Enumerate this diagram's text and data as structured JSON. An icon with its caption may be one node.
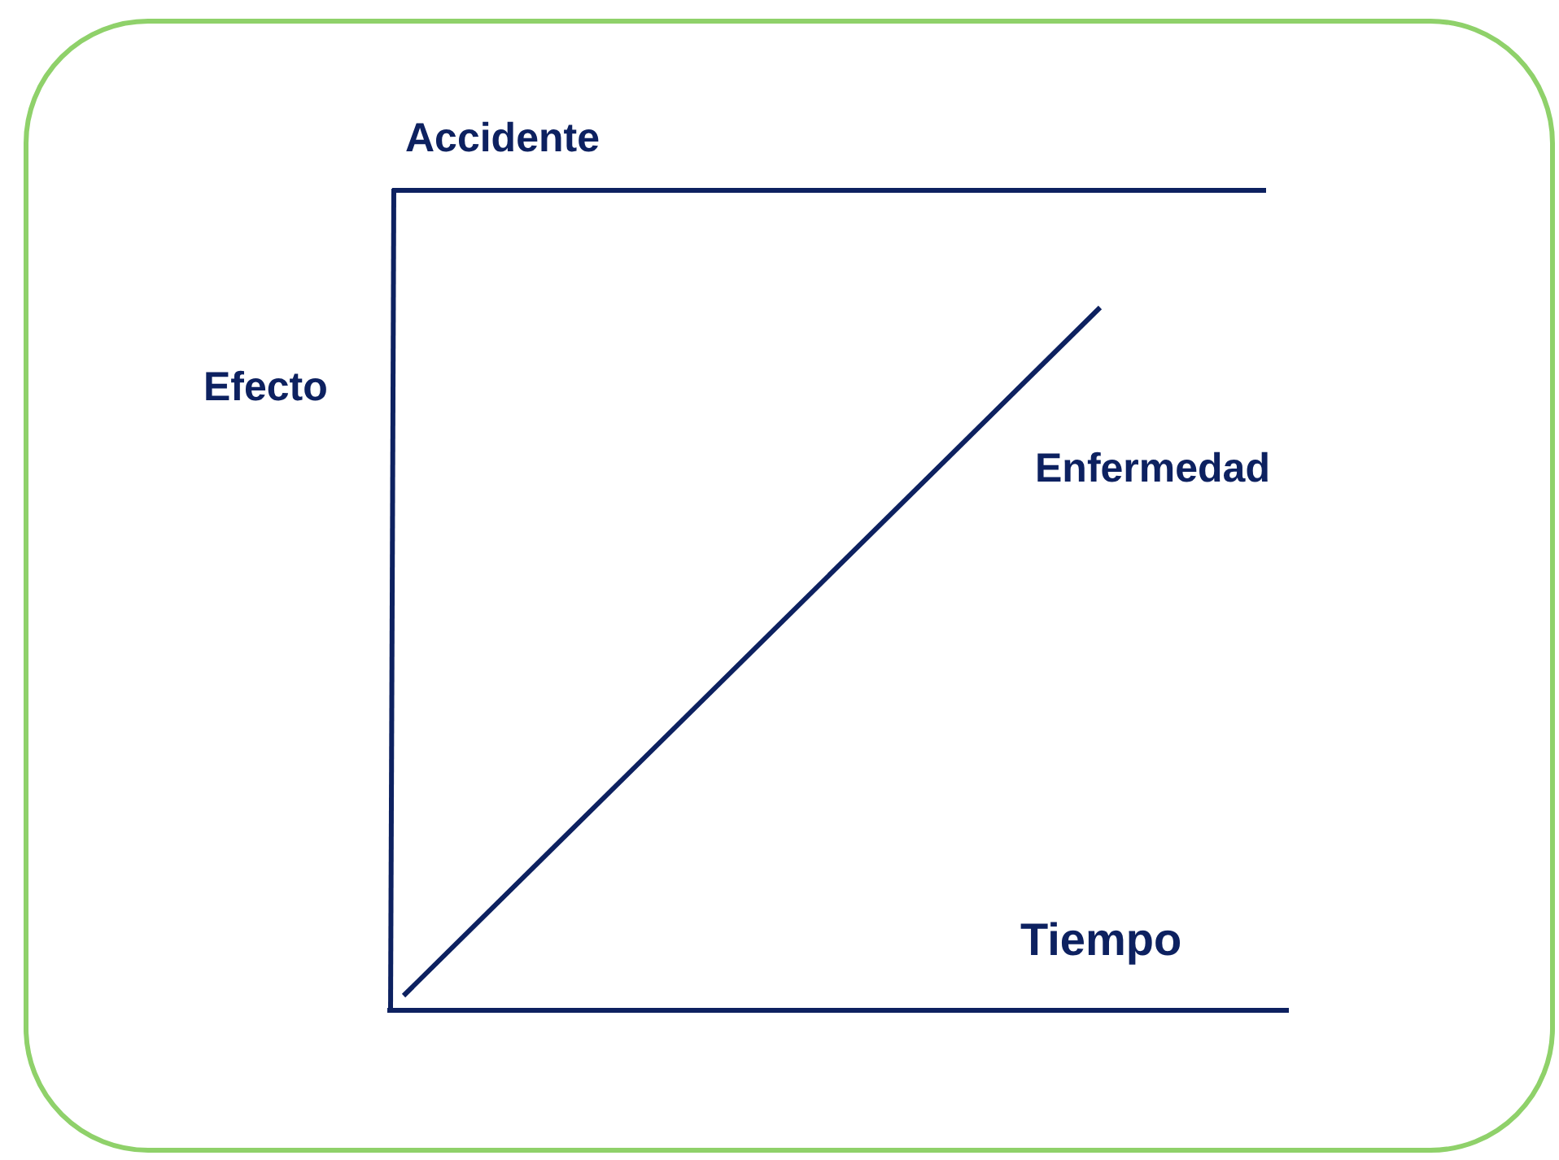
{
  "diagram": {
    "labels": [
      "Accidente",
      "Efecto",
      "Enfermedad",
      "Tiempo"
    ]
  }
}
